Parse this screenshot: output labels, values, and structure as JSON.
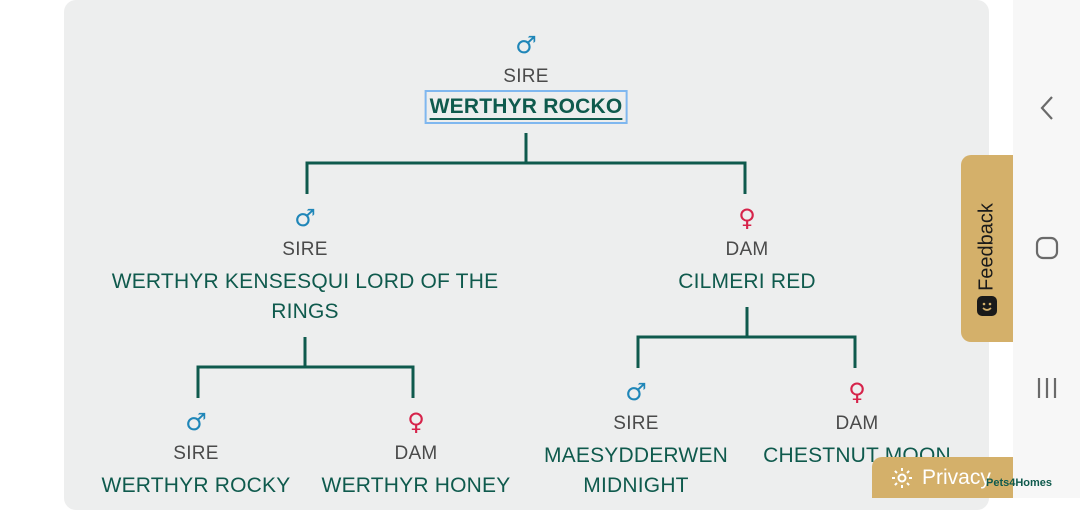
{
  "pedigree": {
    "root": {
      "sex": "male",
      "symbol": "♂",
      "role": "SIRE",
      "name": "WERTHYR ROCKO"
    },
    "sire": {
      "sex": "male",
      "symbol": "♂",
      "role": "SIRE",
      "name_line1": "WERTHYR KENSESQUI LORD OF THE",
      "name_line2": "RINGS"
    },
    "dam": {
      "sex": "female",
      "symbol": "♀",
      "role": "DAM",
      "name": "CILMERI RED"
    },
    "sire_sire": {
      "sex": "male",
      "symbol": "♂",
      "role": "SIRE",
      "name": "WERTHYR ROCKY"
    },
    "sire_dam": {
      "sex": "female",
      "symbol": "♀",
      "role": "DAM",
      "name": "WERTHYR HONEY"
    },
    "dam_sire": {
      "sex": "male",
      "symbol": "♂",
      "role": "SIRE",
      "name_line1": "MAESYDDERWEN",
      "name_line2": "MIDNIGHT"
    },
    "dam_dam": {
      "sex": "female",
      "symbol": "♀",
      "role": "DAM",
      "name": "CHESTNUT MOON"
    }
  },
  "feedback": {
    "label": "Feedback",
    "icon": "smiley-icon"
  },
  "privacy": {
    "label": "Privacy",
    "icon": "gear-icon"
  },
  "brand": {
    "label": "Pets4Homes"
  },
  "navbar": {
    "icons": [
      "back-icon",
      "home-icon",
      "recents-icon"
    ]
  },
  "colors": {
    "accent": "#0f5a4d",
    "male": "#1f86b8",
    "female": "#d6234a",
    "tab": "#d4b06a"
  }
}
